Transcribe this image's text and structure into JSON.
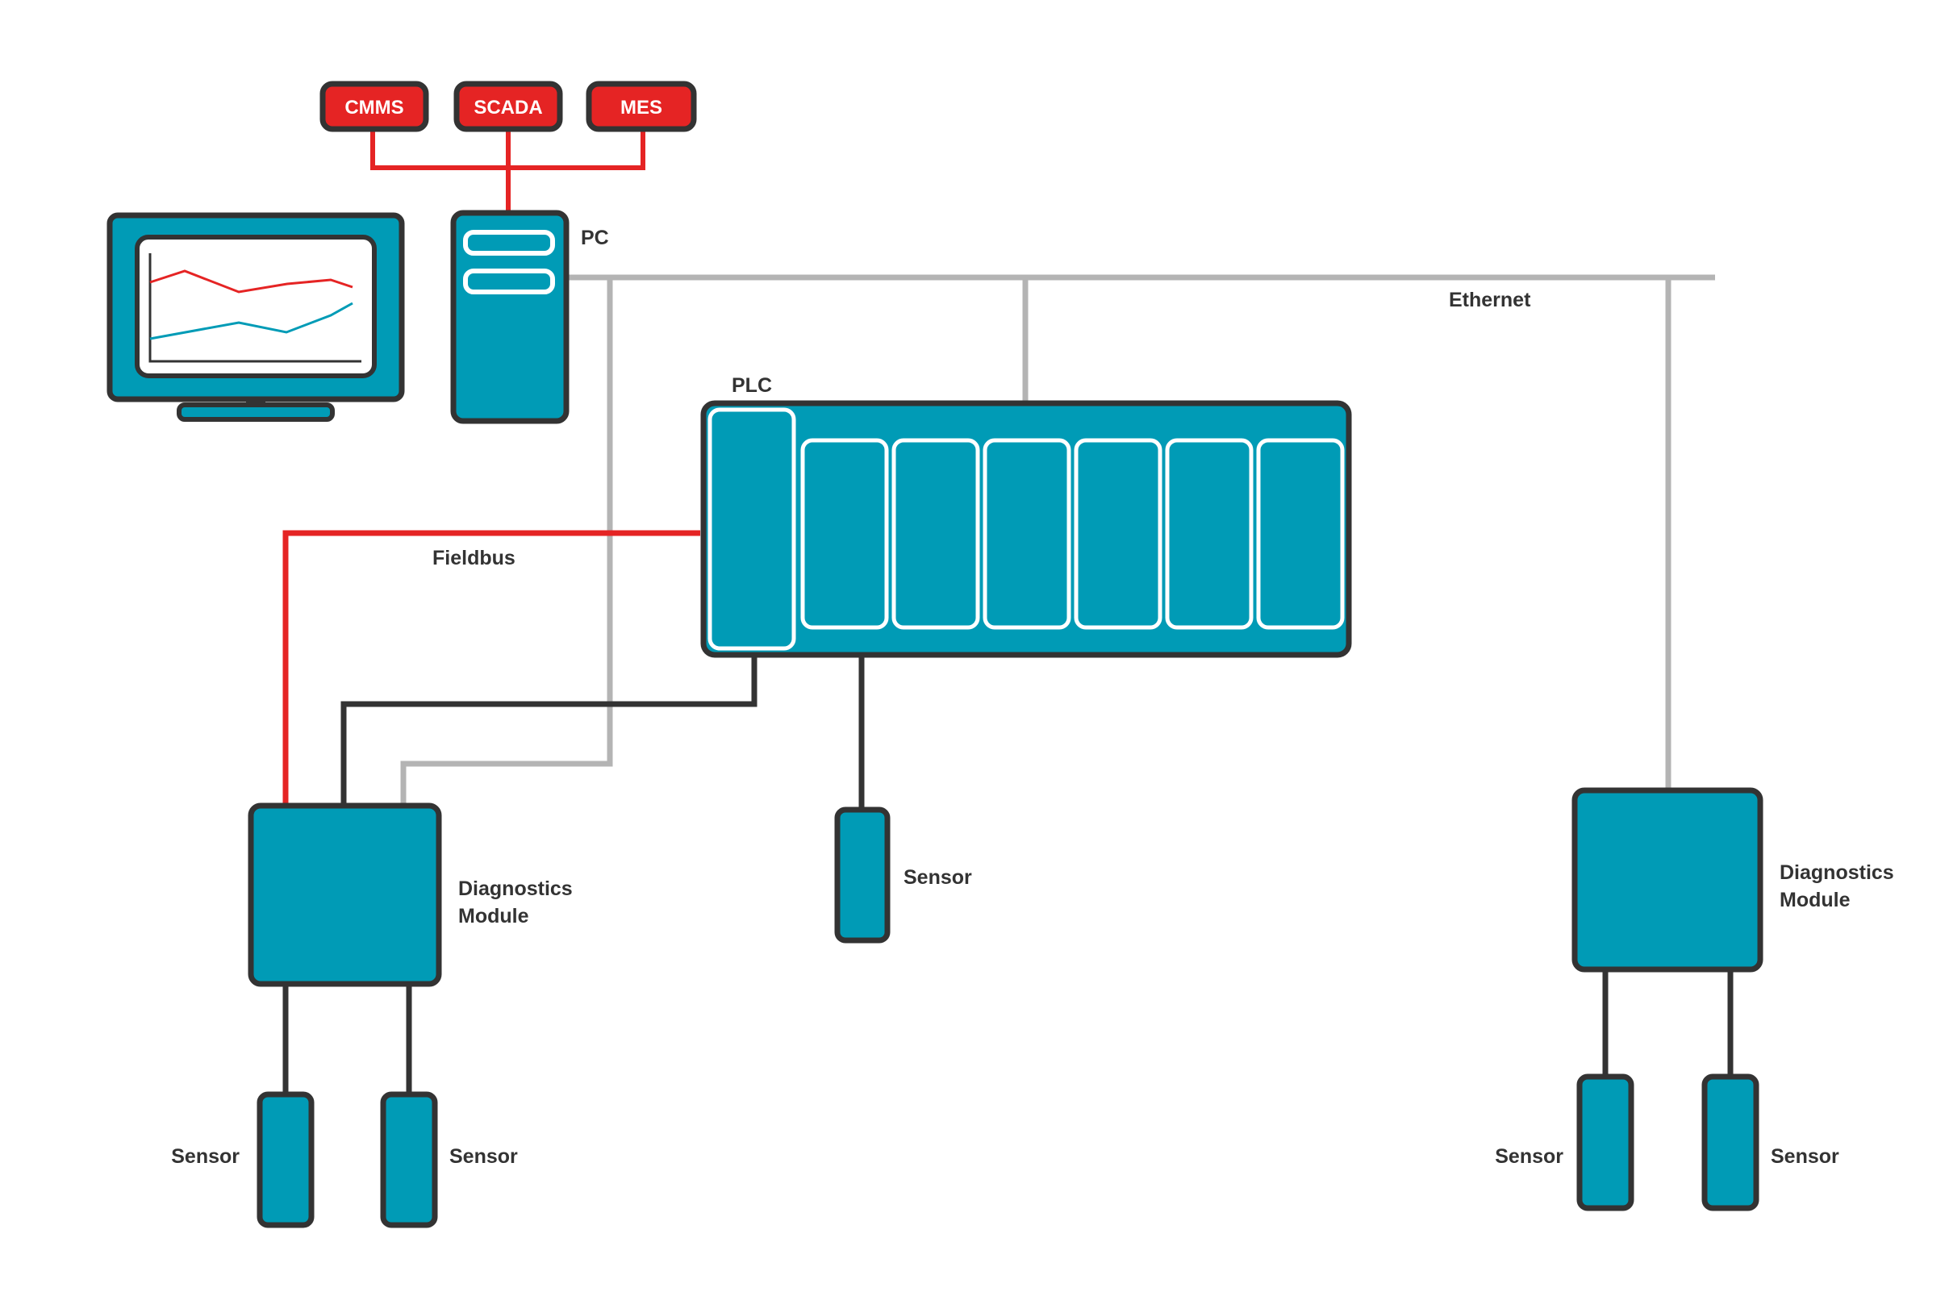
{
  "colors": {
    "device_fill": "#009bb6",
    "outline": "#333333",
    "fieldbus": "#e52424",
    "ethernet": "#b4b4b4",
    "enterprise_box": "#e52424",
    "chart_red": "#e52424",
    "chart_teal": "#009bb6"
  },
  "enterprise": {
    "cmms": "CMMS",
    "scada": "SCADA",
    "mes": "MES"
  },
  "labels": {
    "pc": "PC",
    "ethernet": "Ethernet",
    "plc": "PLC",
    "fieldbus": "Fieldbus",
    "diag_left_line1": "Diagnostics",
    "diag_left_line2": "Module",
    "diag_right_line1": "Diagnostics",
    "diag_right_line2": "Module",
    "sensor_plc": "Sensor",
    "sensor_left_1": "Sensor",
    "sensor_left_2": "Sensor",
    "sensor_right_1": "Sensor",
    "sensor_right_2": "Sensor"
  },
  "icons": {
    "monitor": "monitor-with-trend-chart-icon",
    "pc": "pc-tower-icon",
    "plc": "plc-rack-icon",
    "diagnostics_module": "diagnostics-module-icon",
    "sensor": "sensor-icon"
  }
}
